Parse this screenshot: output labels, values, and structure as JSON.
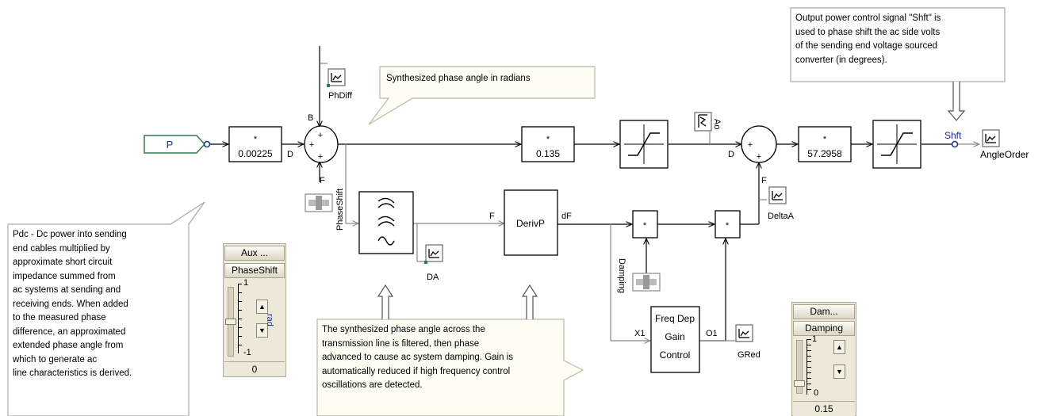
{
  "notes": {
    "phase_note": "Synthesized phase angle in radians",
    "output_note": "Output power control signal \"Shft\" is\nused to phase shift the ac side volts\nof the sending end voltage sourced\nconverter (in degrees).",
    "pdc_note": "Pdc - Dc power into sending\nend cables multiplied by\napproximate short circuit\nimpedance summed from\nac systems at sending and\nreceiving ends.  When added\nto the measured phase\ndifference, an approximated\nextended  phase angle from\nwhich to generate ac\nline characteristics is derived.",
    "filter_note": "The synthesized phase angle across the\ntransmission line is filtered, then phase\nadvanced to cause ac system damping.  Gain is\nautomatically reduced if high frequency control\noscillations are detected."
  },
  "blocks": {
    "input_label": "P",
    "gain1_op": "*",
    "gain1_value": "0.00225",
    "gain2_op": "*",
    "gain2_value": "0.135",
    "gain3_op": "*",
    "gain3_value": "57.2958",
    "derivp": "DerivP",
    "mult_op": "*",
    "freq_dep": [
      "Freq Dep",
      "Gain",
      "Control"
    ]
  },
  "labels": {
    "phdiff": "PhDiff",
    "ao": "Ao",
    "deltaa": "DeltaA",
    "da": "DA",
    "gred": "GRed",
    "angle_order": "AngleOrder",
    "shft": "Shft",
    "phaseshift": "PhaseShift",
    "damping": "Damping",
    "B": "B",
    "D": "D",
    "F": "F",
    "plus": "+",
    "dF": "dF",
    "X1": "X1",
    "O1": "O1"
  },
  "slider_aux": {
    "header": "Aux ...",
    "name": "PhaseShift",
    "max": "1",
    "min": "-1",
    "unit": "rad",
    "value": "0",
    "level": 0.5
  },
  "slider_damp": {
    "header": "Dam...",
    "name": "Damping",
    "max": "1",
    "min": "0",
    "value": "0.15",
    "level": 0.15
  }
}
